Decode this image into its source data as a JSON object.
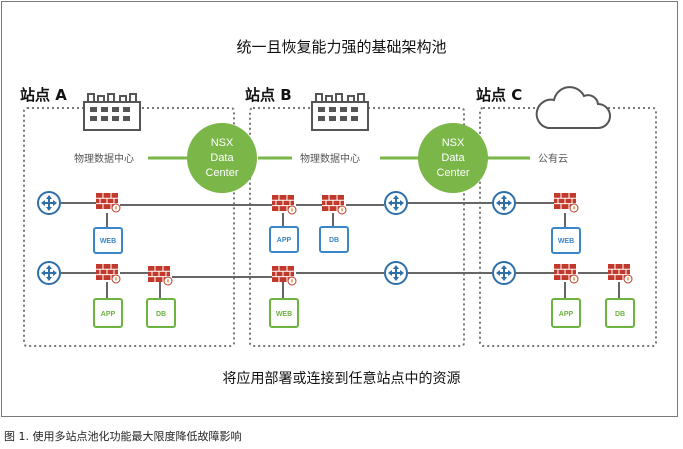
{
  "title": "统一且恢复能力强的基础架构池",
  "sites": [
    {
      "label": "站点 A",
      "location": "物理数据中心"
    },
    {
      "label": "站点 B",
      "location": "物理数据中心"
    },
    {
      "label": "站点 C",
      "location": "公有云"
    }
  ],
  "nsx": {
    "line1": "NSX",
    "line2": "Data",
    "line3": "Center"
  },
  "apps": {
    "web": "WEB",
    "app": "APP",
    "db": "DB"
  },
  "bottom_text": "将应用部署或连接到任意站点中的资源",
  "caption": "图 1. 使用多站点池化功能最大限度降低故障影响",
  "colors": {
    "nsx_green": "#7ab648",
    "router_blue": "#2f6fa8",
    "web_blue": "#3a86c8",
    "app_green": "#6cb33f",
    "firewall_red": "#c0392b"
  },
  "icons": [
    "building-icon",
    "cloud-icon",
    "router-icon",
    "firewall-icon"
  ]
}
